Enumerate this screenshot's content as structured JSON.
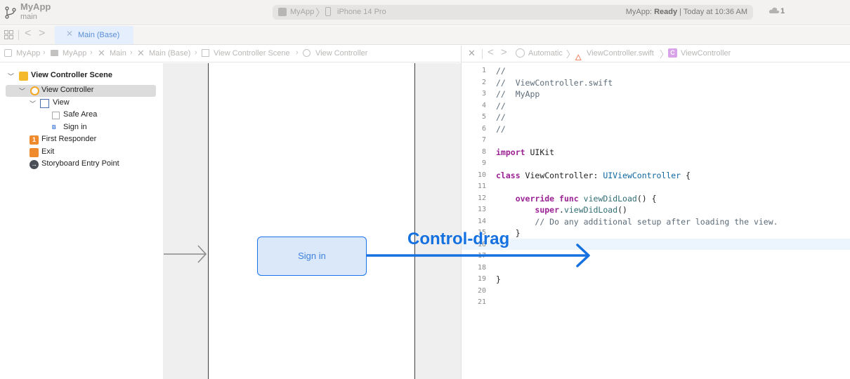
{
  "toolbar": {
    "project": "MyApp",
    "branch": "main",
    "scheme": "MyApp",
    "device": "iPhone 14 Pro",
    "status_prefix": "MyApp: ",
    "status_state": "Ready",
    "status_suffix": " | Today at 10:36 AM",
    "cloud_count": "1"
  },
  "tabs": [
    {
      "label": "Main (Base)"
    }
  ],
  "jumpbar_left": [
    "MyApp",
    "MyApp",
    "Main",
    "Main (Base)",
    "View Controller Scene",
    "View Controller"
  ],
  "jumpbar_right": [
    "Automatic",
    "ViewController.swift",
    "ViewController"
  ],
  "outline": [
    {
      "label": "View Controller Scene",
      "icon": "scene-icon"
    },
    {
      "label": "View Controller",
      "icon": "view-controller-icon"
    },
    {
      "label": "View",
      "icon": "view-icon"
    },
    {
      "label": "Safe Area",
      "icon": "safe-area-icon"
    },
    {
      "label": "Sign in",
      "icon": "button-icon",
      "badge": "B"
    },
    {
      "label": "First Responder",
      "icon": "first-responder-icon",
      "badge": "1"
    },
    {
      "label": "Exit",
      "icon": "exit-icon"
    },
    {
      "label": "Storyboard Entry Point",
      "icon": "entry-point-icon"
    }
  ],
  "canvas": {
    "button_label": "Sign in"
  },
  "annotation": {
    "label": "Control-drag"
  },
  "code": {
    "line_numbers": [
      "1",
      "2",
      "3",
      "4",
      "5",
      "6",
      "7",
      "8",
      "9",
      "10",
      "11",
      "12",
      "13",
      "14",
      "15",
      "16",
      "17",
      "18",
      "19",
      "20",
      "21"
    ],
    "lines": [
      "//",
      "//  ViewController.swift",
      "//  MyApp",
      "//",
      "//",
      "//",
      "",
      "import UIKit",
      "",
      "class ViewController: UIViewController {",
      "",
      "    override func viewDidLoad() {",
      "        super.viewDidLoad()",
      "        // Do any additional setup after loading the view.",
      "    }",
      "",
      "",
      "",
      "}",
      "",
      ""
    ],
    "highlighted_line": "16"
  },
  "colors": {
    "accent": "#1571e0",
    "keyword": "#9b2393",
    "type": "#0f68a0",
    "comment": "#5d6c79"
  }
}
